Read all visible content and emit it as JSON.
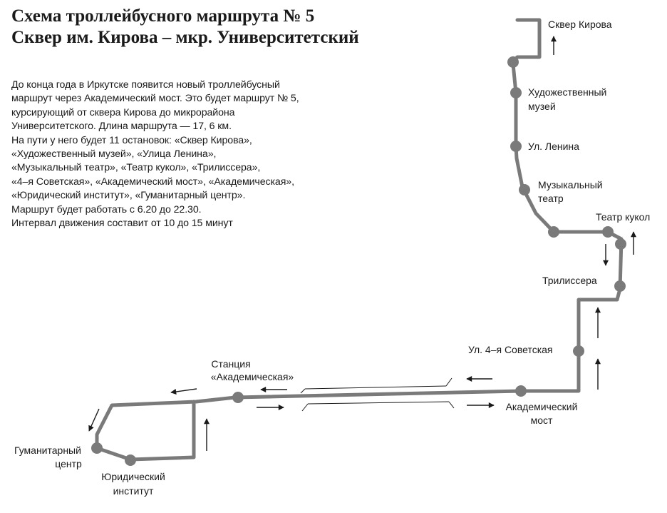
{
  "title": {
    "line1": "Схема троллейбусного маршрута № 5",
    "line2": "Сквер им. Кирова – мкр. Университетский"
  },
  "description": [
    "До конца года в Иркутске появится новый троллейбусный",
    "маршрут через Академический мост. Это будет маршрут № 5,",
    "курсирующий от сквера Кирова до микрорайона",
    "Университетского. Длина маршрута — 17, 6 км.",
    "На пути у него будет 11 остановок: «Сквер Кирова»,",
    "«Художественный музей», «Улица Ленина»,",
    "«Музыкальный театр», «Театр кукол», «Трилиссера»,",
    "«4–я Советская», «Академический мост», «Академическая»,",
    "«Юридический институт», «Гуманитарный центр».",
    "Маршрут будет работать с 6.20 до 22.30.",
    "Интервал движения составит от 10 до 15 минут"
  ],
  "stops": {
    "skver_kirova": "Сквер Кирова",
    "khud_muzei_1": "Художественный",
    "khud_muzei_2": "музей",
    "ul_lenina": "Ул. Ленина",
    "muz_teatr_1": "Музыкальный",
    "muz_teatr_2": "театр",
    "teatr_kukol": "Театр кукол",
    "trilissera": "Трилиссера",
    "ul_4_sovetskaya": "Ул. 4–я Советская",
    "akad_most_1": "Академический",
    "akad_most_2": "мост",
    "stanciya_1": "Станция",
    "stanciya_2": "«Академическая»",
    "yurid_1": "Юридический",
    "yurid_2": "институт",
    "guman_1": "Гуманитарный",
    "guman_2": "центр"
  },
  "colors": {
    "route": "#7a7a7a",
    "stop": "#7a7a7a",
    "arrow": "#1a1a1a",
    "text": "#1a1a1a"
  }
}
